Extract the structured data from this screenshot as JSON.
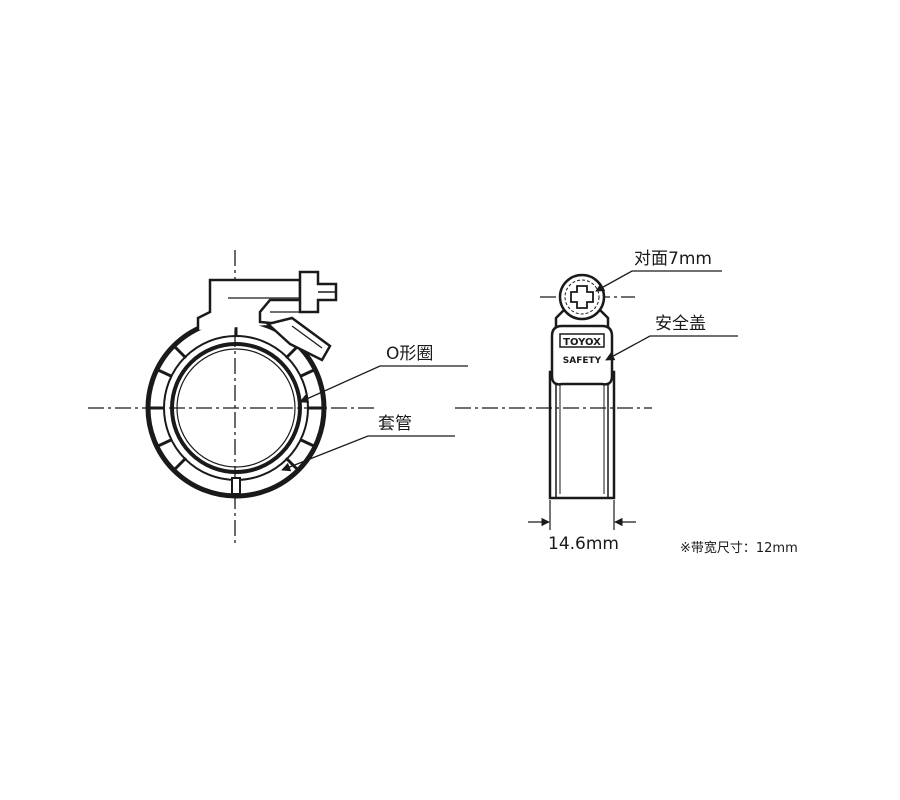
{
  "labels": {
    "o_ring": "O形圈",
    "sleeve": "套管",
    "hex_size": "对面7mm",
    "safety_cover": "安全盖",
    "width": "14.6mm",
    "band_width_note": "※带宽尺寸：12mm"
  },
  "stamp": {
    "brand": "TOYOX",
    "word": "SAFETY"
  }
}
